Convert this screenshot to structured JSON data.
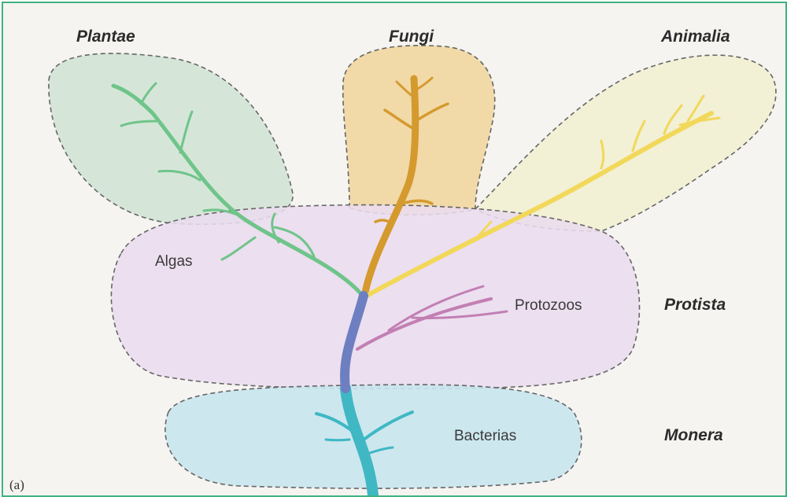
{
  "kingdoms": {
    "plantae": "Plantae",
    "fungi": "Fungi",
    "animalia": "Animalia",
    "protista": "Protista",
    "monera": "Monera"
  },
  "groups": {
    "algas": "Algas",
    "protozoos": "Protozoos",
    "bacterias": "Bacterias"
  },
  "panel_label": "(a)",
  "colors": {
    "frame": "#3fb27f",
    "plantae_fill": "#cfe3d3",
    "fungi_fill": "#f1d7a0",
    "animalia_fill": "#f2f0d2",
    "protista_fill": "#eadcef",
    "monera_fill": "#c9e6ee",
    "plant_branch": "#6fc48a",
    "fungi_branch": "#d59a2e",
    "animal_branch": "#f2d85a",
    "protozoa_branch": "#c27fb3",
    "trunk_protista": "#6d7fc0",
    "trunk_monera": "#3fb8c4"
  }
}
